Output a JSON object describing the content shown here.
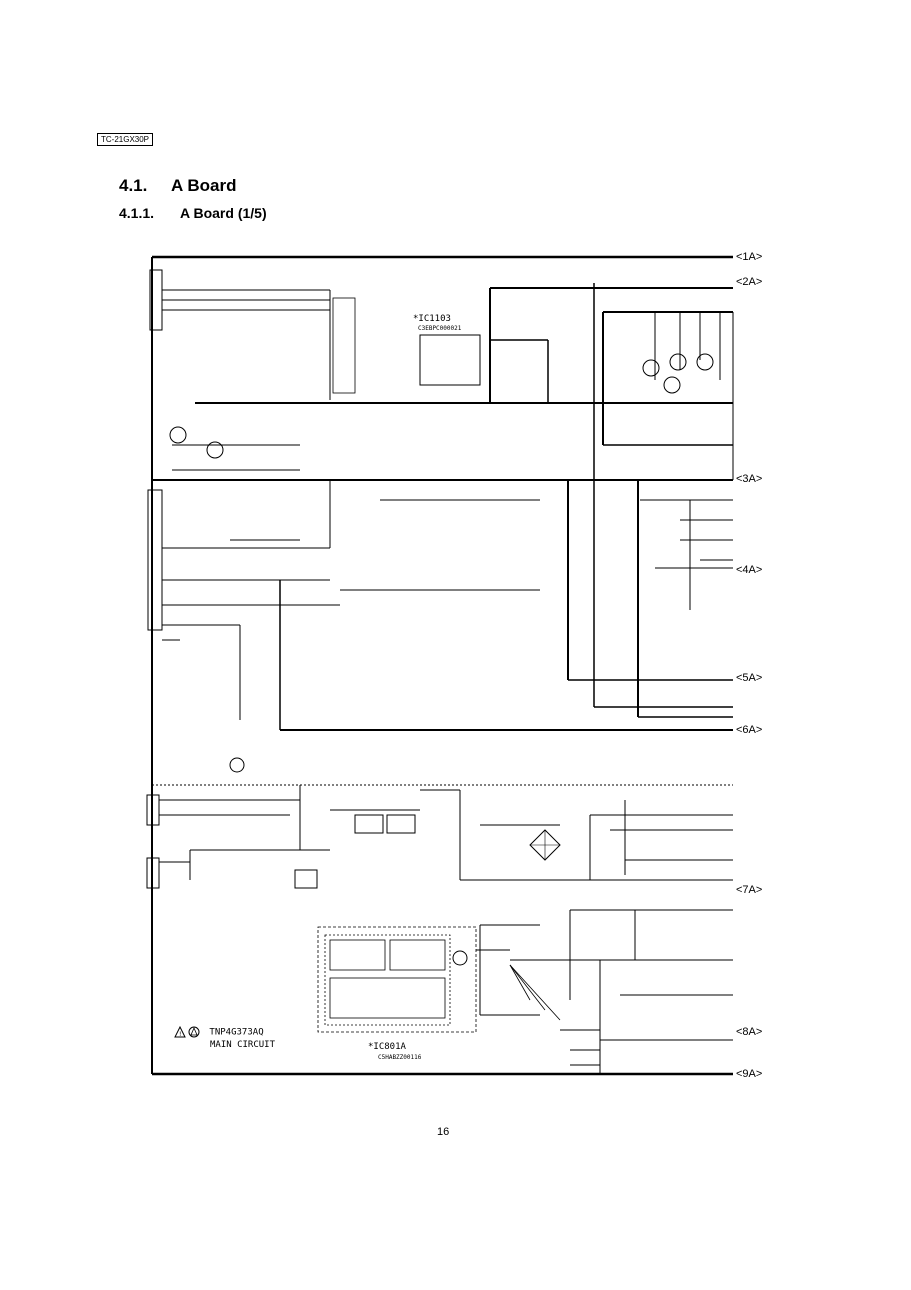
{
  "header": {
    "model": "TC-21GX30P"
  },
  "section": {
    "number": "4.1.",
    "title": "A Board"
  },
  "subsection": {
    "number": "4.1.1.",
    "title": "A Board (1/5)"
  },
  "ports": [
    "<1A>",
    "<2A>",
    "<3A>",
    "<4A>",
    "<5A>",
    "<6A>",
    "<7A>",
    "<8A>",
    "<9A>"
  ],
  "ic_labels": {
    "ic1103": "*IC1103",
    "ic1103_part": "C3EBPC000021",
    "ic801": "*IC801A",
    "ic801_part": "C5HABZZ00116"
  },
  "board": {
    "code": "TNP4G373AQ",
    "name": "MAIN CIRCUIT"
  },
  "footer": {
    "page": "16"
  }
}
